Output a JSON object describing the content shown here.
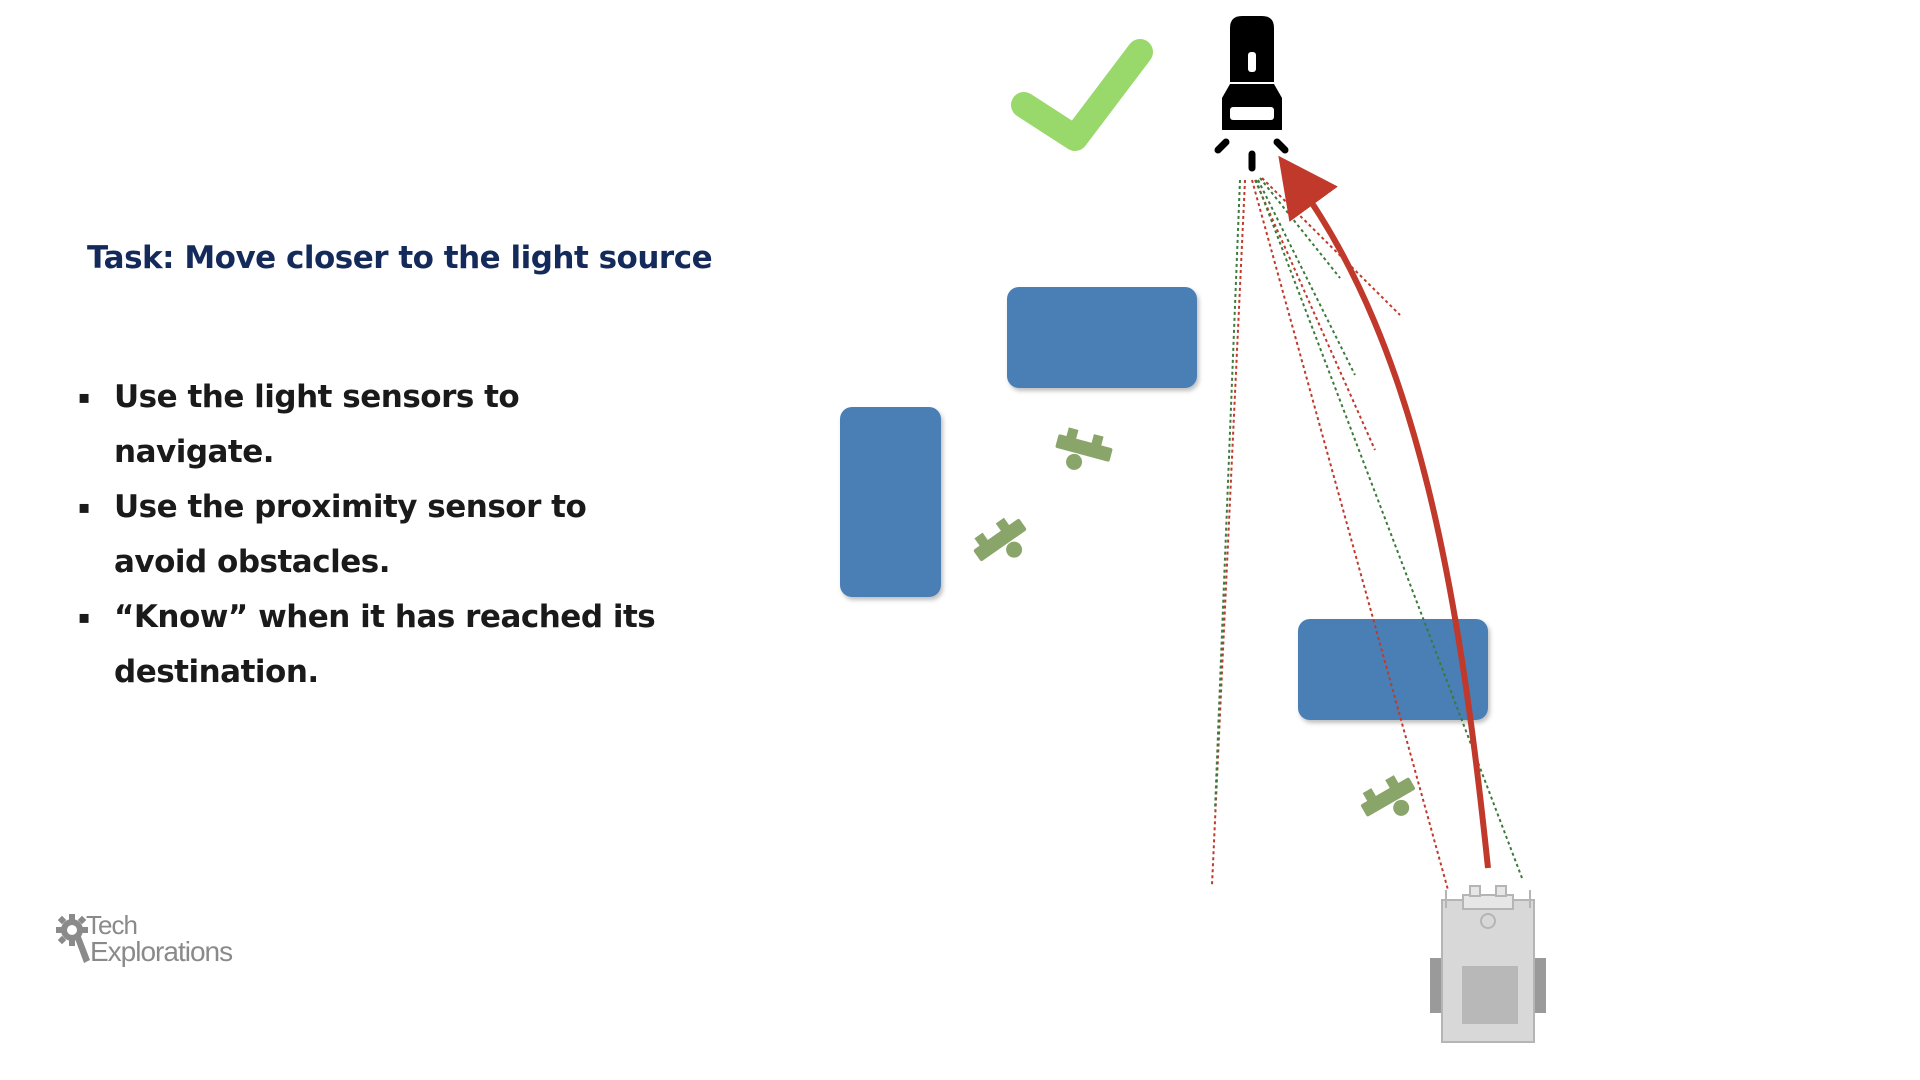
{
  "slide": {
    "title": "Task: Move closer to the light source",
    "bullets": [
      {
        "mark": "▪",
        "text": "Use the light sensors to navigate."
      },
      {
        "mark": "▪",
        "text": "Use the proximity sensor to avoid obstacles."
      },
      {
        "mark": "▪",
        "text": "“Know” when it has reached its destination."
      }
    ]
  },
  "logo": {
    "line1": "Tech",
    "line2": "Explorations",
    "icon": "gear-wrench-icon"
  },
  "diagram": {
    "light_source_icon": "flashlight-icon",
    "success_icon": "checkmark-icon",
    "robot_icon": "robot-car-icon",
    "obstacle_sensor_icon": "satellite-icon",
    "colors": {
      "obstacle": "#4a7fb5",
      "check": "#99d86a",
      "path": "#c0392b",
      "sensor_green": "#3c7a3c",
      "sensor_red": "#c0392b",
      "satellite": "#8aa56a",
      "robot": "#cfcfcf"
    }
  }
}
